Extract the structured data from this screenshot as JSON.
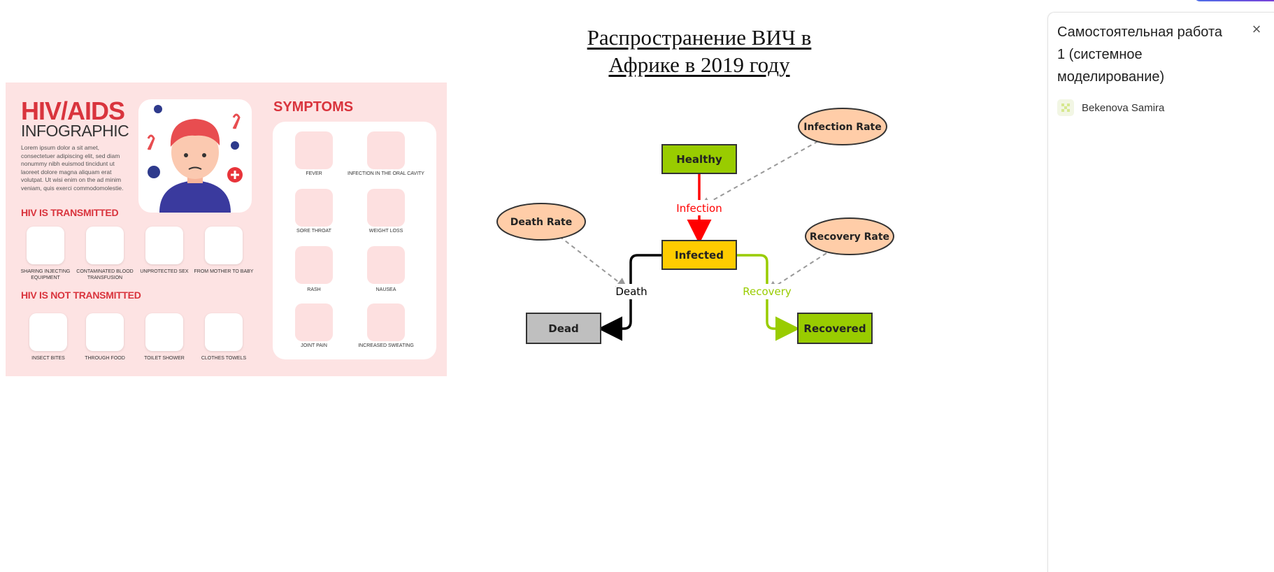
{
  "board": {
    "title_line1": "Распространение ВИЧ в",
    "title_line2": "Африке в 2019 году"
  },
  "infographic": {
    "title": "HIV/AIDS",
    "subtitle": "INFOGRAPHIC",
    "lorem": "Lorem ipsum dolor a sit amet, consectetuer adipiscing elit, sed diam nonummy nibh euismod tincidunt ut laoreet dolore magna aliquam erat volutpat. Ut wisi enim on the ad minim veniam, quis exerci commodomolestie.",
    "transmitted_heading": "HIV IS TRANSMITTED",
    "transmitted": [
      "SHARING INJECTING EQUIPMENT",
      "CONTAMINATED BLOOD TRANSFUSION",
      "UNPROTECTED SEX",
      "FROM MOTHER TO BABY"
    ],
    "not_transmitted_heading": "HIV IS NOT TRANSMITTED",
    "not_transmitted": [
      "INSECT BITES",
      "THROUGH FOOD",
      "TOILET SHOWER",
      "CLOTHES TOWELS"
    ],
    "symptoms_heading": "SYMPTOMS",
    "symptoms": [
      "FEVER",
      "INFECTION IN THE ORAL CAVITY",
      "SORE THROAT",
      "WEIGHT LOSS",
      "RASH",
      "NAUSEA",
      "JOINT PAIN",
      "INCREASED SWEATING"
    ]
  },
  "diagram": {
    "stocks": {
      "healthy": "Healthy",
      "infected": "Infected",
      "dead": "Dead",
      "recovered": "Recovered"
    },
    "flows": {
      "infection": "Infection",
      "death": "Death",
      "recovery": "Recovery"
    },
    "parameters": {
      "infection_rate": "Infection Rate",
      "death_rate": "Death Rate",
      "recovery_rate": "Recovery Rate"
    },
    "colors": {
      "healthy": "#99cc00",
      "infected": "#ffcc00",
      "dead": "#bfbfbf",
      "recovered": "#99cc00",
      "parameter": "#ffcda8",
      "infection_flow": "#ff0000",
      "recovery_flow": "#99cc00",
      "death_flow": "#000000"
    }
  },
  "panel": {
    "title": "Самостоятельная работа 1 (системное моделирование)",
    "author": "Bekenova Samira",
    "close_label": "×"
  }
}
